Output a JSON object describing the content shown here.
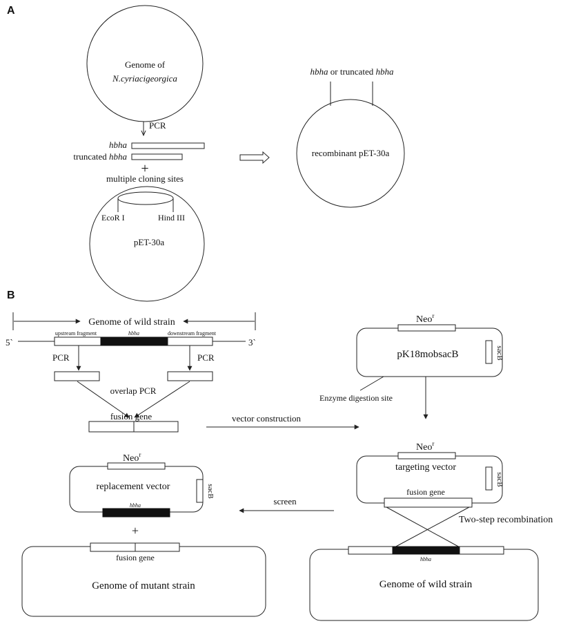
{
  "panel_a": {
    "label": "A",
    "genome": {
      "line1": "Genome of",
      "line2": "N.cyriacigeorgica"
    },
    "pcr": "PCR",
    "hbha": "hbha",
    "truncated_prefix": "truncated",
    "truncated_gene": "hbha",
    "plus": "+",
    "mcs": "multiple cloning sites",
    "ecori": "EcoR I",
    "hindiii": "Hind III",
    "pet30a": "pET-30a",
    "insert_gene1": "hbha",
    "insert_or": "or truncated",
    "insert_gene2": "hbha",
    "recombinant": "recombinant pET-30a"
  },
  "panel_b": {
    "label": "B",
    "genome_wild_title": "Genome of wild strain",
    "five_prime": "5`",
    "three_prime": "3`",
    "upstream": "upstream fragment",
    "hbha": "hbha",
    "downstream": "downstream fragment",
    "pcr_left": "PCR",
    "pcr_right": "PCR",
    "overlap_pcr": "overlap PCR",
    "fusion_gene": "fusion gene",
    "vector_construction": "vector construction",
    "neo_base": "Neo",
    "neo_sup": "r",
    "pk18": "pK18mobsacB",
    "sacb": "sacB",
    "enzyme_site": "Enzyme digestion site",
    "targeting_vector": "targeting vector",
    "targeting_fusion": "fusion gene",
    "two_step": "Two-step recombination",
    "screen": "screen",
    "replacement_vector": "replacement vector",
    "replacement_hbha": "hbha",
    "plus": "+",
    "mutant_fusion": "fusion gene",
    "genome_mutant": "Genome of mutant strain",
    "wild_hbha": "hbha",
    "genome_wild_bottom": "Genome of wild strain"
  }
}
